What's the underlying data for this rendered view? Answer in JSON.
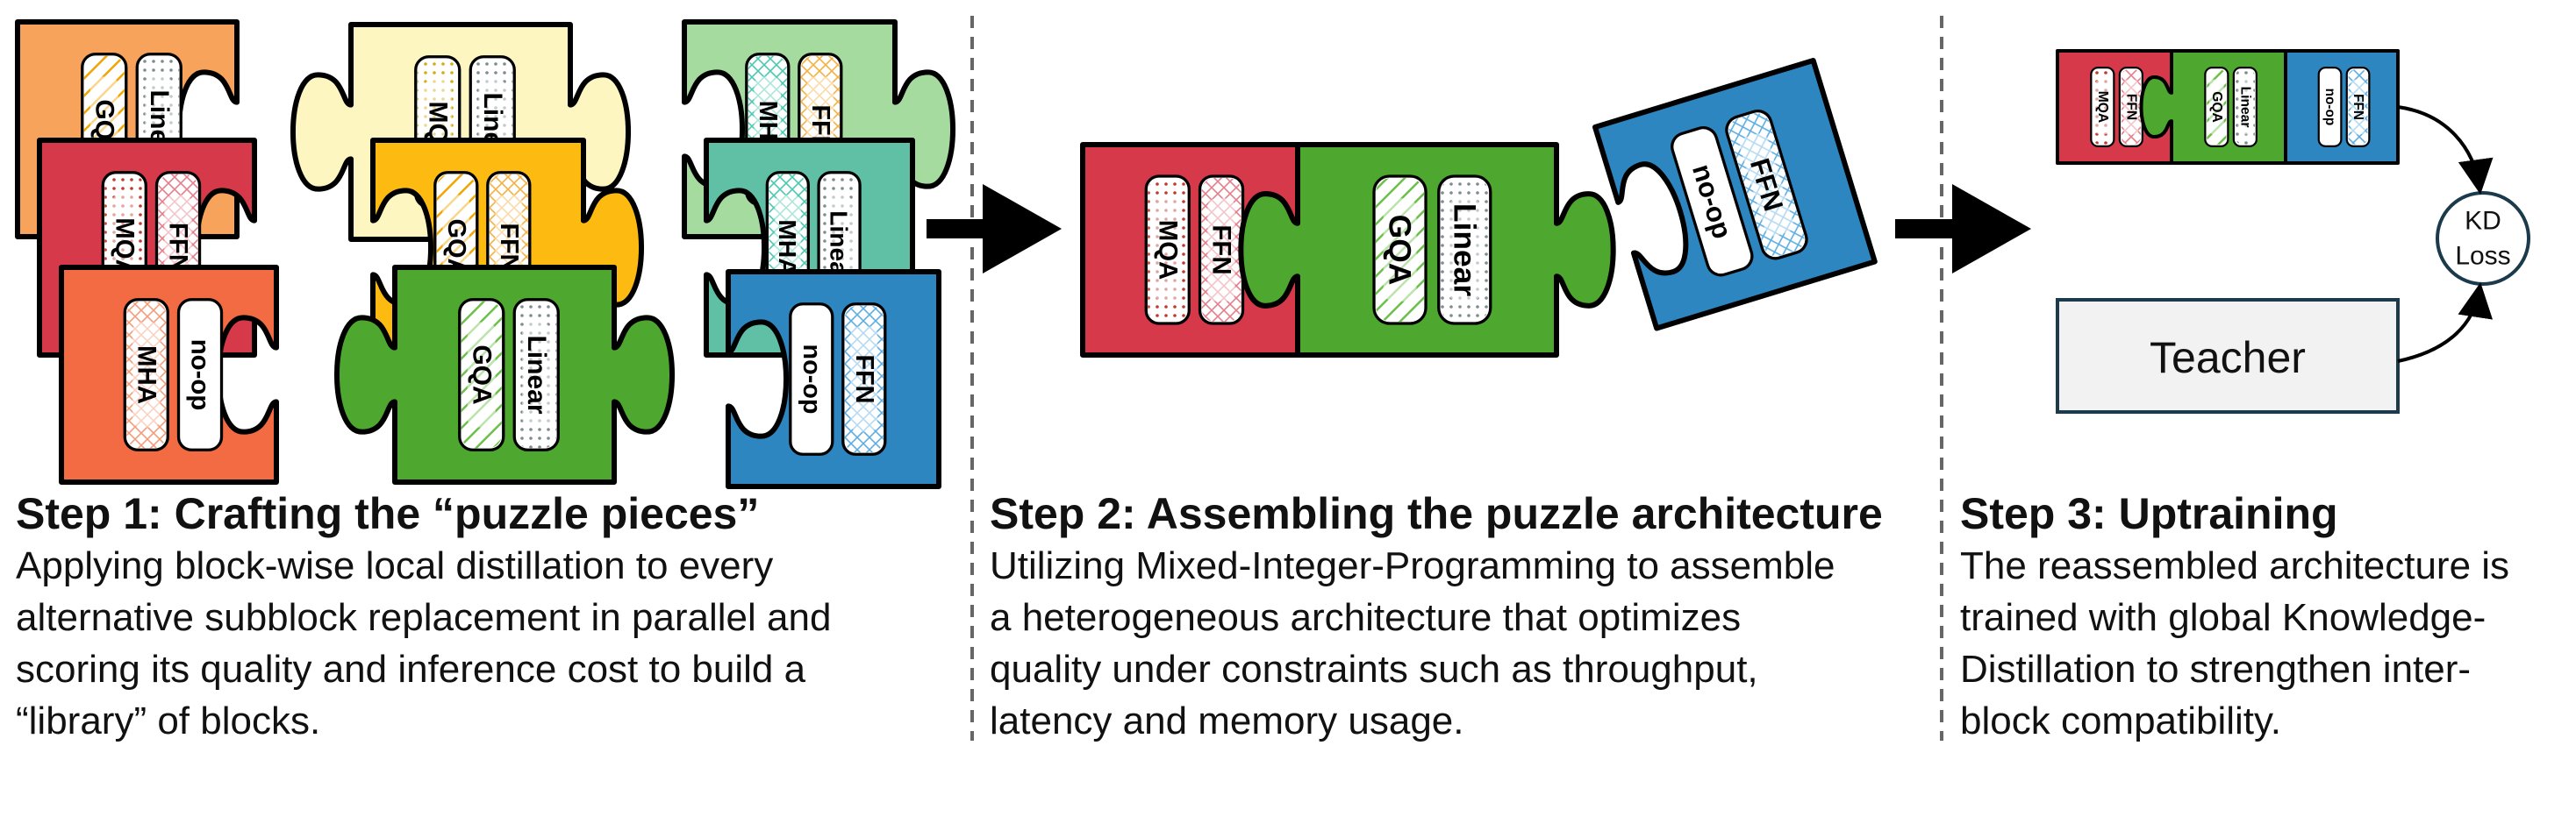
{
  "colors": {
    "orange": "#F7A35C",
    "red": "#D63A4A",
    "yellow_light": "#FDF6C0",
    "amber": "#FDBB12",
    "mint": "#A6DBA0",
    "teal": "#5FC0A6",
    "coral": "#F26B43",
    "green": "#4EA72E",
    "blue": "#2E86C1",
    "white": "#FFFFFF",
    "teacher_fill": "#F2F2F2"
  },
  "step1": {
    "pieces": [
      {
        "color": "orange",
        "labels": [
          "GQA",
          "Linear"
        ]
      },
      {
        "color": "yellow_light",
        "labels": [
          "MQA",
          "Linear"
        ]
      },
      {
        "color": "mint",
        "labels": [
          "MHA",
          "FFN"
        ]
      },
      {
        "color": "red",
        "labels": [
          "MQA",
          "FFN"
        ]
      },
      {
        "color": "amber",
        "labels": [
          "GQA",
          "FFN"
        ]
      },
      {
        "color": "teal",
        "labels": [
          "MHA",
          "Linear"
        ]
      },
      {
        "color": "coral",
        "labels": [
          "MHA",
          "no-op"
        ]
      },
      {
        "color": "green",
        "labels": [
          "GQA",
          "Linear"
        ]
      },
      {
        "color": "blue",
        "labels": [
          "no-op",
          "FFN"
        ]
      }
    ],
    "title": "Step 1: Crafting the “puzzle pieces”",
    "lines": [
      "Applying block-wise local distillation to every",
      "alternative subblock replacement in parallel and",
      "scoring its quality and inference cost to build a",
      "“library” of blocks."
    ]
  },
  "step2": {
    "pieces": [
      {
        "color": "red",
        "labels": [
          "MQA",
          "FFN"
        ]
      },
      {
        "color": "green",
        "labels": [
          "GQA",
          "Linear"
        ]
      },
      {
        "color": "blue",
        "labels": [
          "no-op",
          "FFN"
        ]
      }
    ],
    "title": "Step 2: Assembling the puzzle architecture",
    "lines": [
      "Utilizing Mixed-Integer-Programming to assemble",
      "a heterogeneous architecture that optimizes",
      "quality under constraints such as throughput,",
      "latency and memory usage."
    ]
  },
  "step3": {
    "student_pieces": [
      {
        "color": "red",
        "labels": [
          "MQA",
          "FFN"
        ]
      },
      {
        "color": "green",
        "labels": [
          "GQA",
          "Linear"
        ]
      },
      {
        "color": "blue",
        "labels": [
          "no-op",
          "FFN"
        ]
      }
    ],
    "teacher_label": "Teacher",
    "loss_label": [
      "KD",
      "Loss"
    ],
    "title": "Step 3: Uptraining",
    "lines": [
      "The reassembled architecture is",
      "trained with global Knowledge-",
      "Distillation to strengthen inter-",
      "block compatibility."
    ]
  }
}
